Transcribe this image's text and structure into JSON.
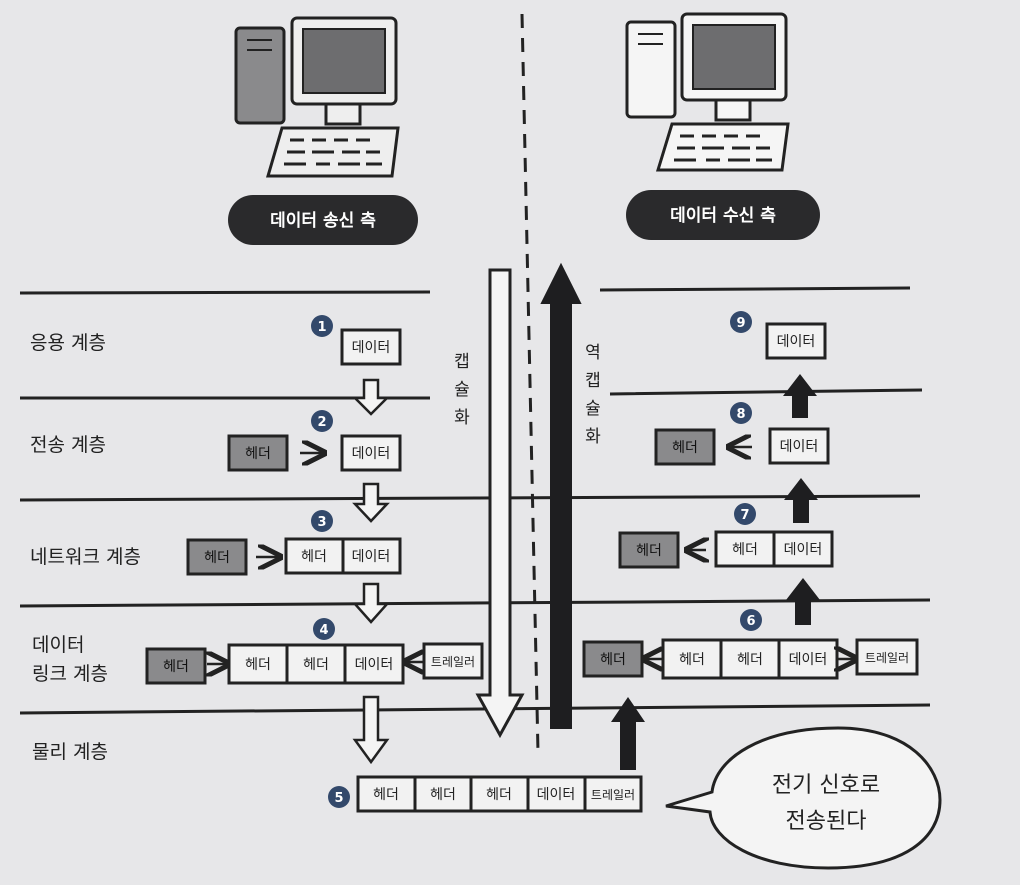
{
  "sender_label": "데이터 송신 측",
  "receiver_label": "데이터 수신 측",
  "layers": {
    "application": "응용 계층",
    "transport": "전송 계층",
    "network": "네트워크 계층",
    "datalink_line1": "데이터",
    "datalink_line2": "링크 계층",
    "physical": "물리 계층"
  },
  "encapsulation_chars": [
    "캡",
    "슐",
    "화"
  ],
  "decapsulation_chars": [
    "역",
    "캡",
    "슐",
    "화"
  ],
  "steps": [
    "1",
    "2",
    "3",
    "4",
    "5",
    "6",
    "7",
    "8",
    "9"
  ],
  "box": {
    "data": "데이터",
    "header": "헤더",
    "trailer": "트레일러"
  },
  "bubble": {
    "line1": "전기 신호로",
    "line2": "전송된다"
  },
  "colors": {
    "background": "#e7e7e9",
    "dark": "#2a2a2c",
    "badge": "#33496b",
    "gray_box": "#8a8a8c",
    "light_box": "#f2f2f2"
  }
}
